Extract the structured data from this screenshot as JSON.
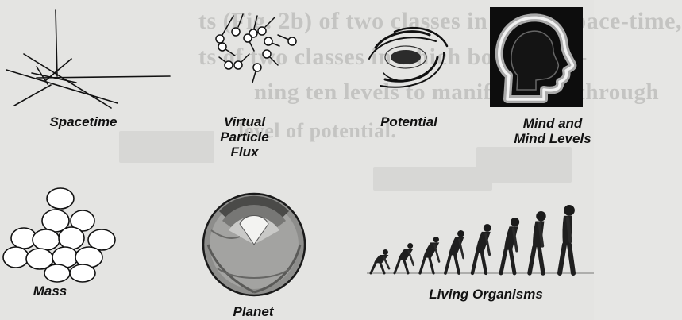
{
  "captions": {
    "spacetime": "Spacetime",
    "virtual_flux": [
      "Virtual",
      "Particle",
      "Flux"
    ],
    "potential": "Potential",
    "mind": [
      "Mind and",
      "Mind Levels"
    ],
    "mass": "Mass",
    "planet": "Planet",
    "organisms": "Living Organisms"
  },
  "background_text": [
    "ts (Fig. 2b) of two classes in which space-time,",
    "ts of two classes in which both space-",
    "ning ten levels to manifestation through",
    "level of potential."
  ]
}
